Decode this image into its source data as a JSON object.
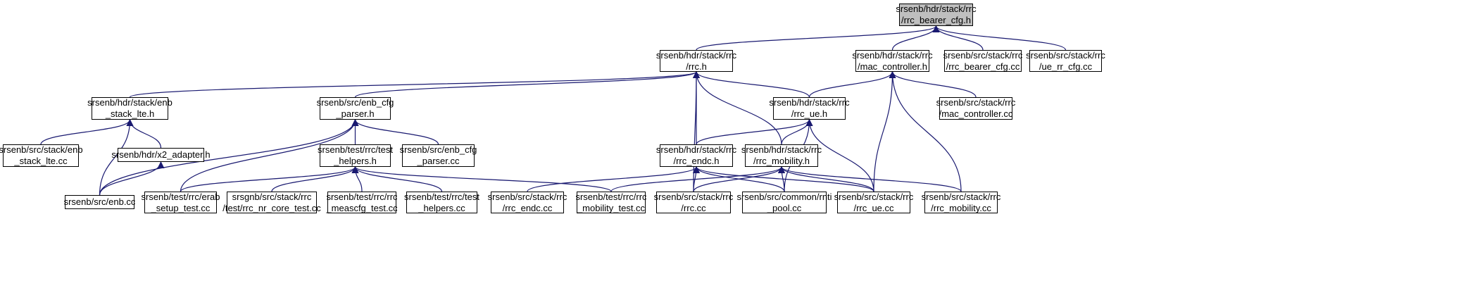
{
  "graph": {
    "nodes": [
      {
        "id": "rrc_bearer_cfg_h",
        "label": "srsenb/hdr/stack/rrc\n/rrc_bearer_cfg.h",
        "current": true
      },
      {
        "id": "rrc_h",
        "label": "srsenb/hdr/stack/rrc\n/rrc.h"
      },
      {
        "id": "mac_controller_h",
        "label": "srsenb/hdr/stack/rrc\n/mac_controller.h"
      },
      {
        "id": "rrc_bearer_cfg_cc",
        "label": "srsenb/src/stack/rrc\n/rrc_bearer_cfg.cc"
      },
      {
        "id": "ue_rr_cfg_cc",
        "label": "srsenb/src/stack/rrc\n/ue_rr_cfg.cc"
      },
      {
        "id": "enb_stack_lte_h",
        "label": "srsenb/hdr/stack/enb\n_stack_lte.h"
      },
      {
        "id": "enb_cfg_parser_h",
        "label": "srsenb/src/enb_cfg\n_parser.h"
      },
      {
        "id": "rrc_ue_h",
        "label": "srsenb/hdr/stack/rrc\n/rrc_ue.h"
      },
      {
        "id": "mac_controller_cc",
        "label": "srsenb/src/stack/rrc\n/mac_controller.cc"
      },
      {
        "id": "enb_stack_lte_cc",
        "label": "srsenb/src/stack/enb\n_stack_lte.cc"
      },
      {
        "id": "x2_adapter_h",
        "label": "srsenb/hdr/x2_adapter.h"
      },
      {
        "id": "test_helpers_h",
        "label": "srsenb/test/rrc/test\n_helpers.h"
      },
      {
        "id": "enb_cfg_parser_cc",
        "label": "srsenb/src/enb_cfg\n_parser.cc"
      },
      {
        "id": "rrc_endc_h",
        "label": "srsenb/hdr/stack/rrc\n/rrc_endc.h"
      },
      {
        "id": "rrc_mobility_h",
        "label": "srsenb/hdr/stack/rrc\n/rrc_mobility.h"
      },
      {
        "id": "enb_cc",
        "label": "srsenb/src/enb.cc"
      },
      {
        "id": "erab_setup_test_cc",
        "label": "srsenb/test/rrc/erab\n_setup_test.cc"
      },
      {
        "id": "rrc_nr_core_test_cc",
        "label": "srsgnb/src/stack/rrc\n/test/rrc_nr_core_test.cc"
      },
      {
        "id": "rrc_meascfg_test_cc",
        "label": "srsenb/test/rrc/rrc\n_meascfg_test.cc"
      },
      {
        "id": "test_helpers_cc",
        "label": "srsenb/test/rrc/test\n_helpers.cc"
      },
      {
        "id": "rrc_endc_cc",
        "label": "srsenb/src/stack/rrc\n/rrc_endc.cc"
      },
      {
        "id": "rrc_mobility_test_cc",
        "label": "srsenb/test/rrc/rrc\n_mobility_test.cc"
      },
      {
        "id": "rrc_cc",
        "label": "srsenb/src/stack/rrc\n/rrc.cc"
      },
      {
        "id": "rnti_pool_cc",
        "label": "srsenb/src/common/rnti\n_pool.cc"
      },
      {
        "id": "rrc_ue_cc",
        "label": "srsenb/src/stack/rrc\n/rrc_ue.cc"
      },
      {
        "id": "rrc_mobility_cc",
        "label": "srsenb/src/stack/rrc\n/rrc_mobility.cc"
      }
    ],
    "edges": [
      {
        "from": "rrc_h",
        "to": "rrc_bearer_cfg_h"
      },
      {
        "from": "mac_controller_h",
        "to": "rrc_bearer_cfg_h"
      },
      {
        "from": "rrc_bearer_cfg_cc",
        "to": "rrc_bearer_cfg_h"
      },
      {
        "from": "ue_rr_cfg_cc",
        "to": "rrc_bearer_cfg_h"
      },
      {
        "from": "enb_stack_lte_h",
        "to": "rrc_h"
      },
      {
        "from": "enb_cfg_parser_h",
        "to": "rrc_h"
      },
      {
        "from": "rrc_ue_h",
        "to": "rrc_h"
      },
      {
        "from": "rrc_endc_h",
        "to": "rrc_h"
      },
      {
        "from": "rrc_mobility_h",
        "to": "rrc_h"
      },
      {
        "from": "rrc_cc",
        "to": "rrc_h"
      },
      {
        "from": "rrc_ue_h",
        "to": "mac_controller_h"
      },
      {
        "from": "mac_controller_cc",
        "to": "mac_controller_h"
      },
      {
        "from": "rrc_ue_cc",
        "to": "mac_controller_h"
      },
      {
        "from": "rrc_mobility_cc",
        "to": "mac_controller_h"
      },
      {
        "from": "enb_stack_lte_cc",
        "to": "enb_stack_lte_h"
      },
      {
        "from": "x2_adapter_h",
        "to": "enb_stack_lte_h"
      },
      {
        "from": "enb_cc",
        "to": "enb_stack_lte_h"
      },
      {
        "from": "enb_cc",
        "to": "x2_adapter_h"
      },
      {
        "from": "enb_cc",
        "to": "enb_cfg_parser_h"
      },
      {
        "from": "erab_setup_test_cc",
        "to": "enb_cfg_parser_h"
      },
      {
        "from": "test_helpers_h",
        "to": "enb_cfg_parser_h"
      },
      {
        "from": "enb_cfg_parser_cc",
        "to": "enb_cfg_parser_h"
      },
      {
        "from": "erab_setup_test_cc",
        "to": "test_helpers_h"
      },
      {
        "from": "rrc_nr_core_test_cc",
        "to": "test_helpers_h"
      },
      {
        "from": "rrc_meascfg_test_cc",
        "to": "test_helpers_h"
      },
      {
        "from": "test_helpers_cc",
        "to": "test_helpers_h"
      },
      {
        "from": "rrc_mobility_test_cc",
        "to": "test_helpers_h"
      },
      {
        "from": "rrc_endc_h",
        "to": "rrc_ue_h"
      },
      {
        "from": "rrc_mobility_h",
        "to": "rrc_ue_h"
      },
      {
        "from": "rnti_pool_cc",
        "to": "rrc_ue_h"
      },
      {
        "from": "rrc_ue_cc",
        "to": "rrc_ue_h"
      },
      {
        "from": "rrc_endc_cc",
        "to": "rrc_endc_h"
      },
      {
        "from": "rrc_cc",
        "to": "rrc_endc_h"
      },
      {
        "from": "rnti_pool_cc",
        "to": "rrc_endc_h"
      },
      {
        "from": "rrc_ue_cc",
        "to": "rrc_endc_h"
      },
      {
        "from": "rrc_mobility_test_cc",
        "to": "rrc_mobility_h"
      },
      {
        "from": "rrc_cc",
        "to": "rrc_mobility_h"
      },
      {
        "from": "rnti_pool_cc",
        "to": "rrc_mobility_h"
      },
      {
        "from": "rrc_ue_cc",
        "to": "rrc_mobility_h"
      },
      {
        "from": "rrc_mobility_cc",
        "to": "rrc_mobility_h"
      }
    ]
  }
}
